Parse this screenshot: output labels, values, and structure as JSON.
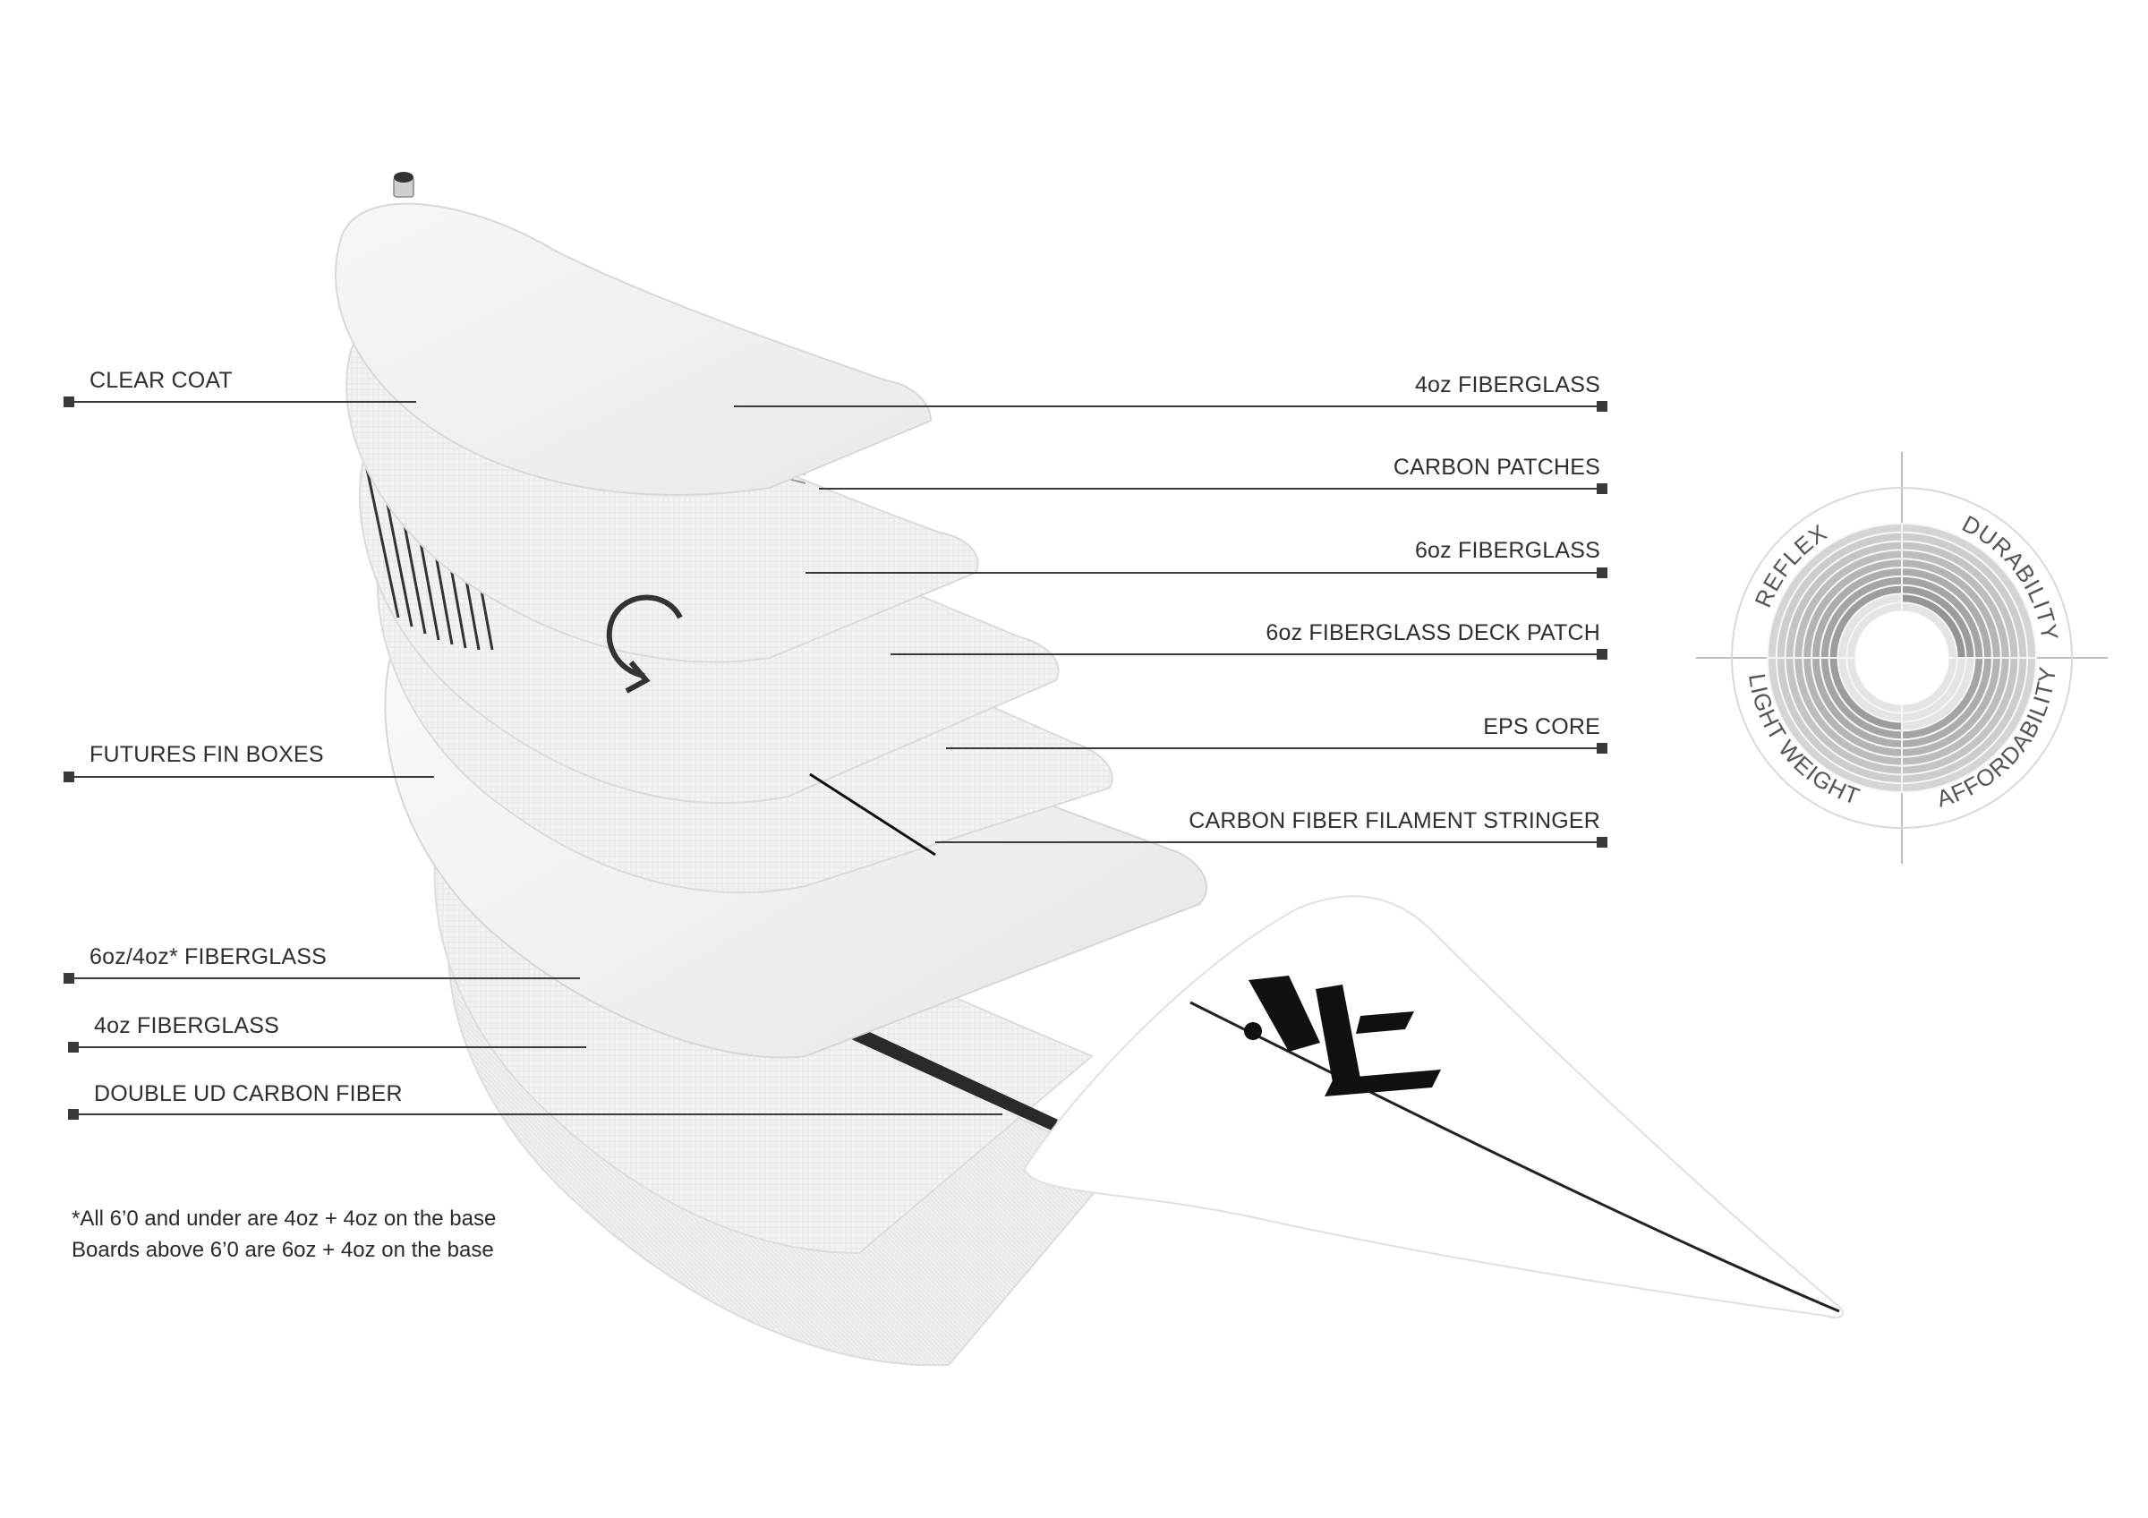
{
  "labels_left": [
    {
      "id": "clear-coat",
      "text": "CLEAR COAT"
    },
    {
      "id": "futures-fin-boxes",
      "text": "FUTURES FIN BOXES"
    },
    {
      "id": "6oz-4oz-fiberglass",
      "text": "6oz/4oz* FIBERGLASS"
    },
    {
      "id": "4oz-fiberglass-bottom",
      "text": "4oz FIBERGLASS"
    },
    {
      "id": "double-ud-carbon-fiber",
      "text": "DOUBLE UD CARBON FIBER"
    }
  ],
  "labels_right": [
    {
      "id": "4oz-fiberglass-top",
      "text": "4oz FIBERGLASS"
    },
    {
      "id": "carbon-patches",
      "text": "CARBON PATCHES"
    },
    {
      "id": "6oz-fiberglass",
      "text": "6oz FIBERGLASS"
    },
    {
      "id": "6oz-fiberglass-deck-patch",
      "text": "6oz FIBERGLASS DECK PATCH"
    },
    {
      "id": "eps-core",
      "text": "EPS CORE"
    },
    {
      "id": "carbon-fiber-filament-stringer",
      "text": "CARBON FIBER FILAMENT STRINGER"
    }
  ],
  "footnote": {
    "line1": "*All 6’0 and under are 4oz + 4oz on the base",
    "line2": "Boards above 6’0 are 6oz + 4oz on the base"
  },
  "rating_wheel": {
    "labels": {
      "top_left": "REFLEX",
      "top_right": "DURABILITY",
      "bottom_right": "AFFORDABILITY",
      "bottom_left": "LIGHT WEIGHT"
    },
    "max_level": 10,
    "levels": {
      "reflex": 8,
      "durability": 9,
      "affordability": 7,
      "light_weight": 8
    }
  },
  "colors": {
    "text": "#2f2f2f",
    "leader_line": "#3a3a3a",
    "layer_fill": "#f4f4f4",
    "layer_edge": "#dddddd",
    "carbon": "#1a1a1a",
    "wheel_light": "#e3e3e3",
    "wheel_dark": "#8a8a8a"
  }
}
